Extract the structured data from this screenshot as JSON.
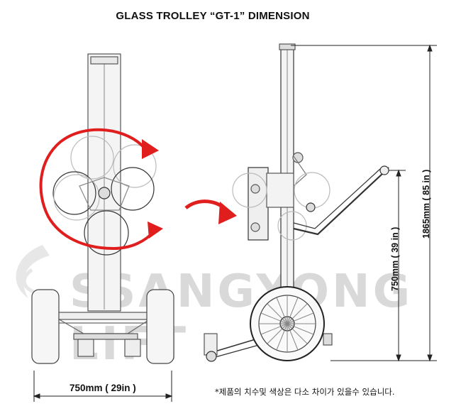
{
  "title": "GLASS TROLLEY “GT-1” DIMENSION",
  "dimensions": {
    "width": "750mm ( 29in )",
    "total_height": "1865mm ( 85 in )",
    "handle_height": "750mm ( 39 in )"
  },
  "note": "*제품의 치수및 색상은 다소 차이가 있을수 있습니다.",
  "watermark": "SSANGYONG LIFT",
  "colors": {
    "rotation_arrow": "#e01e1e",
    "line": "#444444",
    "watermark": "#d9d9d9"
  }
}
